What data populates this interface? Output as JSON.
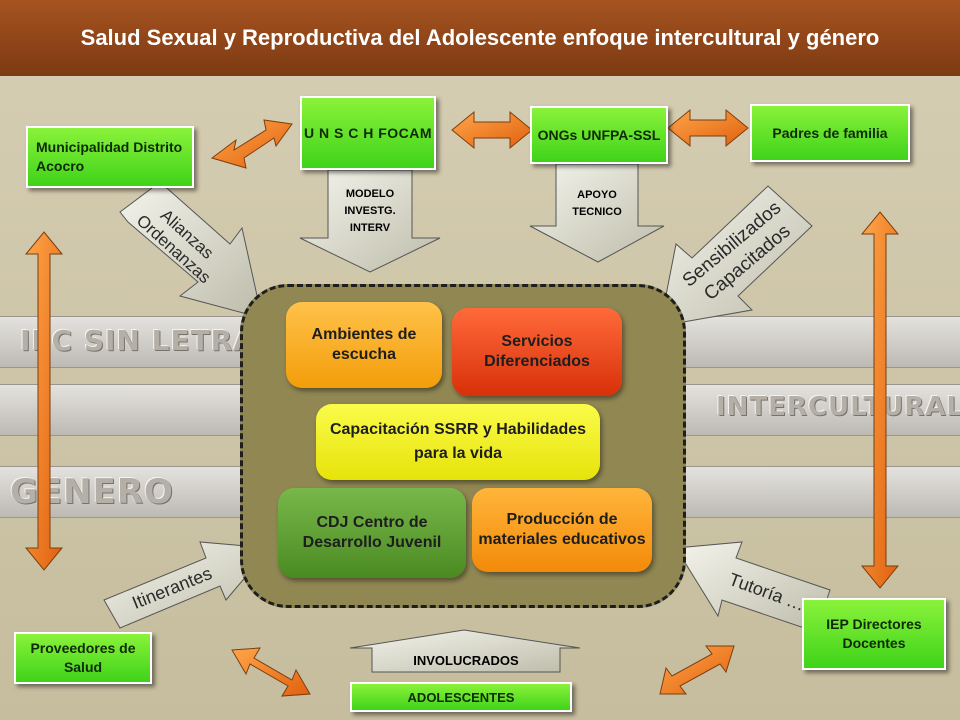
{
  "title": "Salud  Sexual y Reproductiva del Adolescente enfoque  intercultural  y género",
  "bands": {
    "iec": "IEC SIN LETRAS",
    "interculturalidad": "INTERCULTURALIDAD",
    "genero": "GENERO"
  },
  "actors": {
    "municipalidad": "Municipalidad Distrito Acocro",
    "unsch": "U N S C H FOCAM",
    "ongs": "ONGs UNFPA-SSL",
    "padres": "Padres de familia",
    "proveedores": "Proveedores de Salud",
    "iep": "IEP Directores Docentes",
    "adolescentes": "ADOLESCENTES"
  },
  "arrow_labels": {
    "modelo": "MODELO INVESTG. INTERV",
    "apoyo": "APOYO TECNICO",
    "alianzas": "Alianzas Ordenanzas",
    "sensibilizados": "Sensibilizados Capacitados",
    "itinerantes": "Itinerantes",
    "tutoria": "Tutoría …",
    "involucrados": "INVOLUCRADOS"
  },
  "hub": {
    "ambientes": "Ambientes de escucha",
    "servicios": "Servicios Diferenciados",
    "capacitacion": "Capacitación  SSRR  y Habilidades para la vida",
    "cdj": "CDJ  Centro de Desarrollo Juvenil",
    "produccion": "Producción  de materiales educativos"
  },
  "colors": {
    "header": "#9a4a1c",
    "actor_green": "#4fe12a",
    "orange_arrow": "#f07a1e",
    "hub_bg": "#908753",
    "ambientes": "#ffb21e",
    "servicios": "#f0461a",
    "capacitacion": "#f3f31a",
    "cdj": "#5fa031",
    "produccion": "#ffa21e"
  }
}
